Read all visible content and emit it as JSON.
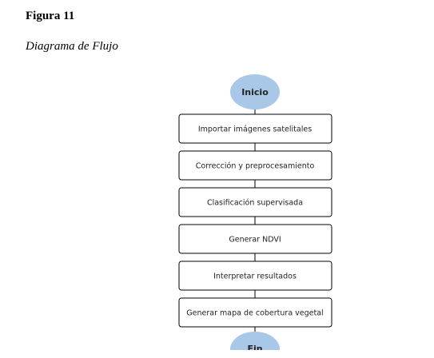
{
  "figure": {
    "label": "Figura 11",
    "caption": "Diagrama de Flujo"
  },
  "flowchart": {
    "start": "Inicio",
    "steps": [
      "Importar imágenes satelitales",
      "Corrección y preprocesamiento",
      "Clasificación supervisada",
      "Generar NDVI",
      "Interpretar resultados",
      "Generar mapa de cobertura vegetal"
    ],
    "end": "Fin"
  },
  "colors": {
    "terminal_fill": "#a9c8e8",
    "box_stroke": "#000000",
    "connector": "#000000"
  }
}
